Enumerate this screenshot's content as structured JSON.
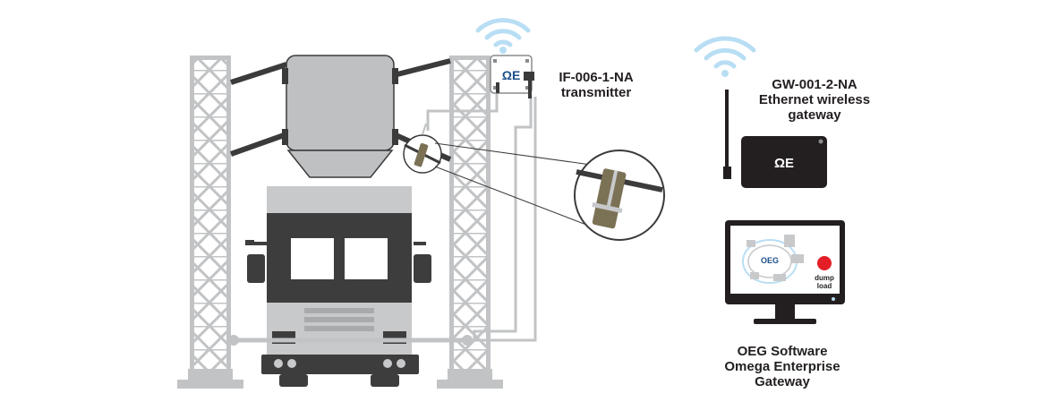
{
  "transmitter": {
    "model": "IF-006-1-NA",
    "label": "transmitter",
    "logo": "ΩE",
    "icon": "wifi-icon"
  },
  "gateway": {
    "model": "GW-001-2-NA",
    "line1": "Ethernet wireless",
    "line2": "gateway",
    "logo": "ΩE",
    "icon": "wifi-icon"
  },
  "monitor": {
    "screen_logo": "OEG",
    "button_line1": "dump",
    "button_line2": "load"
  },
  "software": {
    "line1": "OEG Software",
    "line2": "Omega Enterprise",
    "line3": "Gateway"
  },
  "colors": {
    "wifi": "#b8def4",
    "tower": "#c1c3c5",
    "hopper": "#bfc0c2",
    "truck_body": "#c8c9cb",
    "cab": "#3d3d3e",
    "sensor": "#7b7256",
    "alert": "#e41e26",
    "ink": "#231f20"
  }
}
